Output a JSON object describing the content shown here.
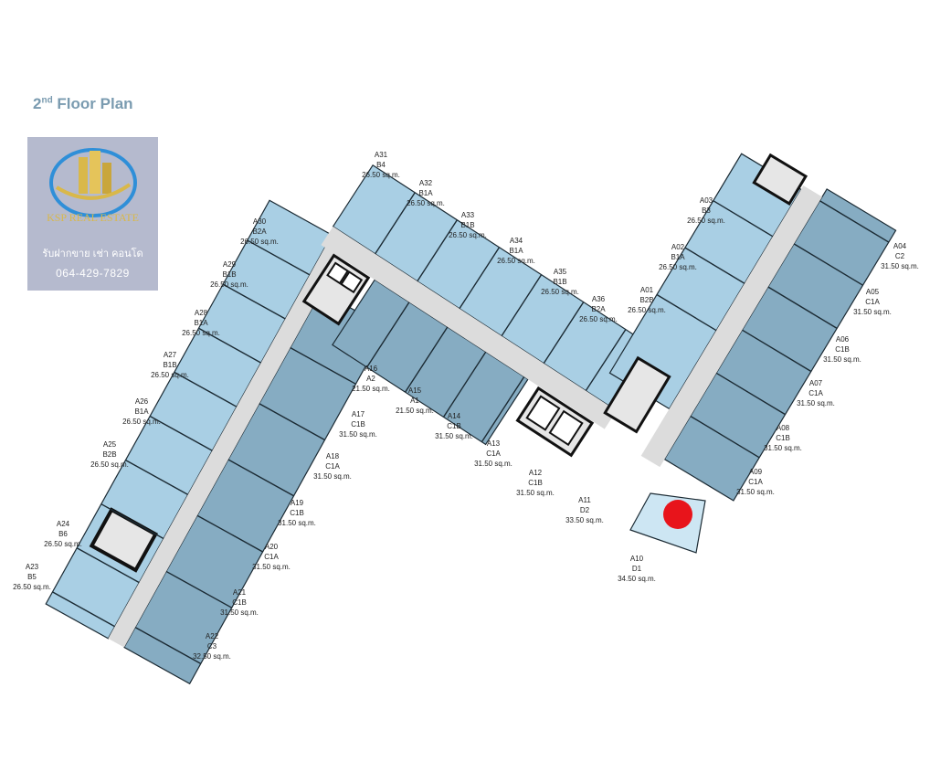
{
  "title": {
    "main": "2",
    "sup": "nd",
    "rest": " Floor Plan"
  },
  "colors": {
    "light_unit": "#a9cfe4",
    "dark_unit": "#86acc2",
    "corridor": "#dcdcdc",
    "marker": "#e8141b",
    "watermark_gold": "#d9b84a"
  },
  "watermark": {
    "brand": "KSP REAL ESTATE",
    "tagline": "รับฝากขาย เช่า คอนโด",
    "phone": "064-429-7829"
  },
  "marker": {
    "unit": "A10",
    "icon": "red-dot-marker"
  },
  "units": [
    {
      "id": "A31",
      "type": "B4",
      "area": "26.50 sq.m."
    },
    {
      "id": "A32",
      "type": "B1A",
      "area": "26.50 sq.m."
    },
    {
      "id": "A33",
      "type": "B1B",
      "area": "26.50 sq.m."
    },
    {
      "id": "A34",
      "type": "B1A",
      "area": "26.50 sq.m."
    },
    {
      "id": "A35",
      "type": "B1B",
      "area": "26.50 sq.m."
    },
    {
      "id": "A36",
      "type": "B2A",
      "area": "26.50 sq.m."
    },
    {
      "id": "A30",
      "type": "B2A",
      "area": "26.50 sq.m."
    },
    {
      "id": "A29",
      "type": "B1B",
      "area": "26.50 sq.m."
    },
    {
      "id": "A28",
      "type": "B1A",
      "area": "26.50 sq.m."
    },
    {
      "id": "A27",
      "type": "B1B",
      "area": "26.50 sq.m."
    },
    {
      "id": "A26",
      "type": "B1A",
      "area": "26.50 sq.m."
    },
    {
      "id": "A25",
      "type": "B2B",
      "area": "26.50 sq.m."
    },
    {
      "id": "A24",
      "type": "B6",
      "area": "26.50 sq.m."
    },
    {
      "id": "A23",
      "type": "B5",
      "area": "26.50 sq.m."
    },
    {
      "id": "A16",
      "type": "A2",
      "area": "21.50 sq.m."
    },
    {
      "id": "A15",
      "type": "A1",
      "area": "21.50 sq.m."
    },
    {
      "id": "A14",
      "type": "C1B",
      "area": "31.50 sq.m."
    },
    {
      "id": "A13",
      "type": "C1A",
      "area": "31.50 sq.m."
    },
    {
      "id": "A12",
      "type": "C1B",
      "area": "31.50 sq.m."
    },
    {
      "id": "A11",
      "type": "D2",
      "area": "33.50 sq.m."
    },
    {
      "id": "A10",
      "type": "D1",
      "area": "34.50 sq.m."
    },
    {
      "id": "A17",
      "type": "C1B",
      "area": "31.50 sq.m."
    },
    {
      "id": "A18",
      "type": "C1A",
      "area": "31.50 sq.m."
    },
    {
      "id": "A19",
      "type": "C1B",
      "area": "31.50 sq.m."
    },
    {
      "id": "A20",
      "type": "C1A",
      "area": "31.50 sq.m."
    },
    {
      "id": "A21",
      "type": "C1B",
      "area": "31.50 sq.m."
    },
    {
      "id": "A22",
      "type": "C3",
      "area": "32.50 sq.m."
    },
    {
      "id": "A03",
      "type": "B3",
      "area": "26.50 sq.m."
    },
    {
      "id": "A02",
      "type": "B1A",
      "area": "26.50 sq.m."
    },
    {
      "id": "A01",
      "type": "B2B",
      "area": "26.50 sq.m."
    },
    {
      "id": "A04",
      "type": "C2",
      "area": "31.50 sq.m."
    },
    {
      "id": "A05",
      "type": "C1A",
      "area": "31.50 sq.m."
    },
    {
      "id": "A06",
      "type": "C1B",
      "area": "31.50 sq.m."
    },
    {
      "id": "A07",
      "type": "C1A",
      "area": "31.50 sq.m."
    },
    {
      "id": "A08",
      "type": "C1B",
      "area": "31.50 sq.m."
    },
    {
      "id": "A09",
      "type": "C1A",
      "area": "31.50 sq.m."
    }
  ]
}
